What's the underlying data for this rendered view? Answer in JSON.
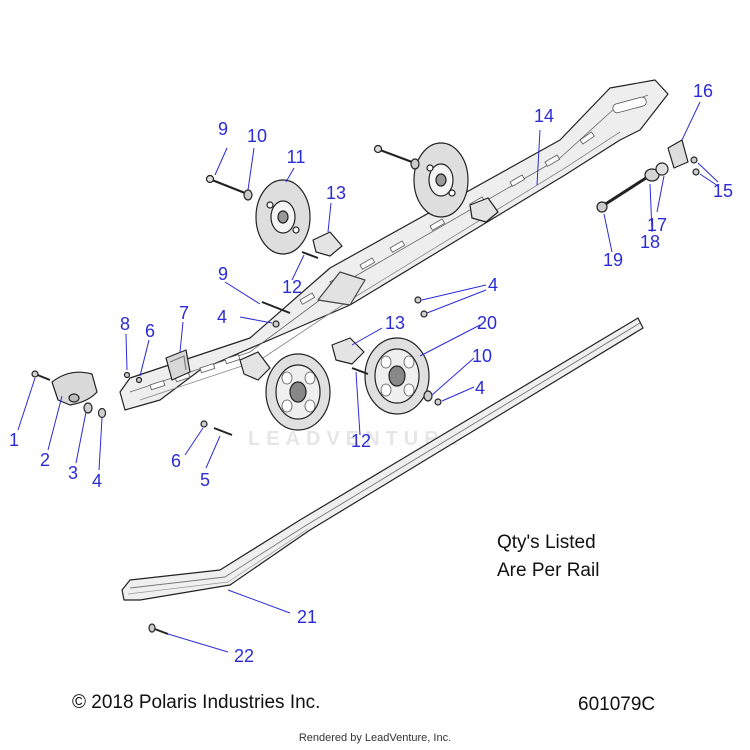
{
  "diagram": {
    "note_line1": "Qty's Listed",
    "note_line2": "Are Per Rail",
    "copyright": "© 2018 Polaris Industries Inc.",
    "part_number": "601079C",
    "rendered_by": "Rendered by LeadVenture, Inc.",
    "watermark": "LEADVENTURE",
    "callout_color": "#2b2bd6",
    "callouts": [
      "1",
      "2",
      "3",
      "4",
      "4",
      "4",
      "4",
      "5",
      "6",
      "6",
      "7",
      "8",
      "9",
      "9",
      "10",
      "10",
      "11",
      "12",
      "12",
      "13",
      "13",
      "14",
      "15",
      "16",
      "17",
      "18",
      "19",
      "20",
      "21",
      "22"
    ]
  }
}
